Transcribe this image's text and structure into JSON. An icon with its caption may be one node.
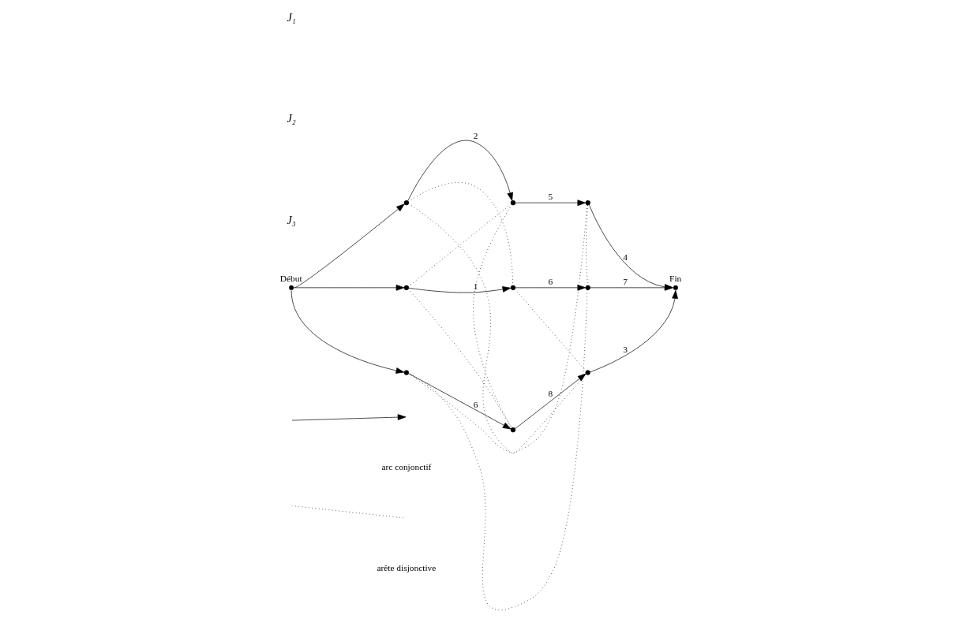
{
  "diagram": {
    "nodes": [
      {
        "text": [],
        "shape": "circle",
        "beside": [
          "Début"
        ]
      },
      {
        "text": [],
        "shape": "circle"
      },
      {
        "text": [],
        "shape": "circle"
      },
      {
        "text": [],
        "shape": "circle"
      },
      {
        "text": [],
        "shape": "circle"
      },
      {
        "text": [],
        "shape": "circle"
      },
      {
        "text": [],
        "shape": "circle"
      },
      {
        "text": [],
        "shape": "circle"
      },
      {
        "text": [],
        "shape": "circle"
      },
      {
        "text": [],
        "shape": "circle"
      },
      {
        "text": [],
        "shape": "circle",
        "beside": [
          "Fin"
        ]
      }
    ],
    "edges": [
      {
        "from": 0,
        "to": 1,
        "arrow": "to"
      },
      {
        "from": 1,
        "to": 2,
        "arrow": "to",
        "label": "2"
      },
      {
        "from": 2,
        "to": 3,
        "arrow": "to",
        "label": "5"
      },
      {
        "from": 3,
        "to": 10,
        "arrow": "to",
        "label": "4"
      },
      {
        "from": 0,
        "to": 4,
        "arrow": "to"
      },
      {
        "from": 4,
        "to": 5,
        "arrow": "to",
        "label": "1"
      },
      {
        "from": 5,
        "to": 6,
        "arrow": "to",
        "label": "6"
      },
      {
        "from": 6,
        "to": 10,
        "arrow": "to",
        "label": "7"
      },
      {
        "from": 0,
        "to": 7,
        "arrow": "to"
      },
      {
        "from": 7,
        "to": 8,
        "arrow": "to",
        "label": "6"
      },
      {
        "from": 8,
        "to": 9,
        "arrow": "to",
        "label": "8"
      },
      {
        "from": 9,
        "to": 10,
        "arrow": "to",
        "label": "3"
      },
      {
        "from": 1,
        "to": 5,
        "arrow": "none",
        "style": "dashed"
      },
      {
        "from": 1,
        "to": 9,
        "arrow": "none",
        "style": "dashed"
      },
      {
        "from": 5,
        "to": 9,
        "arrow": "none",
        "style": "dashed"
      },
      {
        "from": 2,
        "to": 4,
        "arrow": "none",
        "style": "dashed"
      },
      {
        "from": 2,
        "to": 8,
        "arrow": "none",
        "style": "dashed"
      },
      {
        "from": 4,
        "to": 8,
        "arrow": "none",
        "style": "dashed"
      },
      {
        "from": 3,
        "to": 7,
        "arrow": "none",
        "style": "dashed"
      },
      {
        "from": 3,
        "to": 6,
        "arrow": "none",
        "style": "dashed"
      },
      {
        "from": 6,
        "to": 7,
        "arrow": "none",
        "style": "dashed"
      }
    ],
    "labels": [
      "J₁",
      "J₂",
      "J₃"
    ],
    "legend": [
      {
        "text": "arc conjonctif"
      },
      {
        "text": "arête disjonctive"
      }
    ]
  }
}
